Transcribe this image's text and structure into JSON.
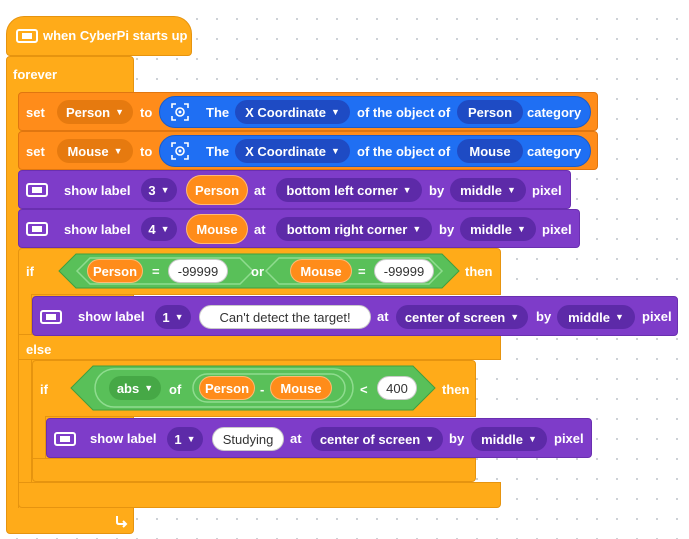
{
  "hat": {
    "label": "when CyberPi starts up",
    "icon": "cyberpi-icon"
  },
  "forever": {
    "label": "forever",
    "icon": "loop-arrow-icon"
  },
  "set_person": {
    "set": "set",
    "variable": "Person",
    "to": "to",
    "sensor": {
      "prefix": "The",
      "coordinate": "X Coordinate",
      "middle": "of the object of",
      "object": "Person",
      "suffix": "category"
    }
  },
  "set_mouse": {
    "set": "set",
    "variable": "Mouse",
    "to": "to",
    "sensor": {
      "prefix": "The",
      "coordinate": "X Coordinate",
      "middle": "of the object of",
      "object": "Mouse",
      "suffix": "category"
    }
  },
  "label3": {
    "show": "show label",
    "num": "3",
    "value": "Person",
    "at": "at",
    "position": "bottom left corner",
    "by": "by",
    "size": "middle",
    "pixel": "pixel"
  },
  "label4": {
    "show": "show label",
    "num": "4",
    "value": "Mouse",
    "at": "at",
    "position": "bottom right corner",
    "by": "by",
    "size": "middle",
    "pixel": "pixel"
  },
  "if1": {
    "if": "if",
    "then": "then",
    "else": "else",
    "cond": {
      "left_var": "Person",
      "eq1": "=",
      "left_val": "-99999",
      "or": "or",
      "right_var": "Mouse",
      "eq2": "=",
      "right_val": "-99999"
    }
  },
  "label1_fail": {
    "show": "show label",
    "num": "1",
    "value": "Can't detect the target!",
    "at": "at",
    "position": "center of screen",
    "by": "by",
    "size": "middle",
    "pixel": "pixel"
  },
  "if2": {
    "if": "if",
    "then": "then",
    "cond": {
      "func": "abs",
      "of": "of",
      "a": "Person",
      "minus": "-",
      "b": "Mouse",
      "lt": "<",
      "value": "400"
    }
  },
  "label1_ok": {
    "show": "show label",
    "num": "1",
    "value": "Studying",
    "at": "at",
    "position": "center of screen",
    "by": "by",
    "size": "middle",
    "pixel": "pixel"
  },
  "colors": {
    "control": "#ffab19",
    "variable": "#ff8c1a",
    "display": "#7e3cc9",
    "operator": "#59c059",
    "sensor": "#1f6ff3"
  }
}
